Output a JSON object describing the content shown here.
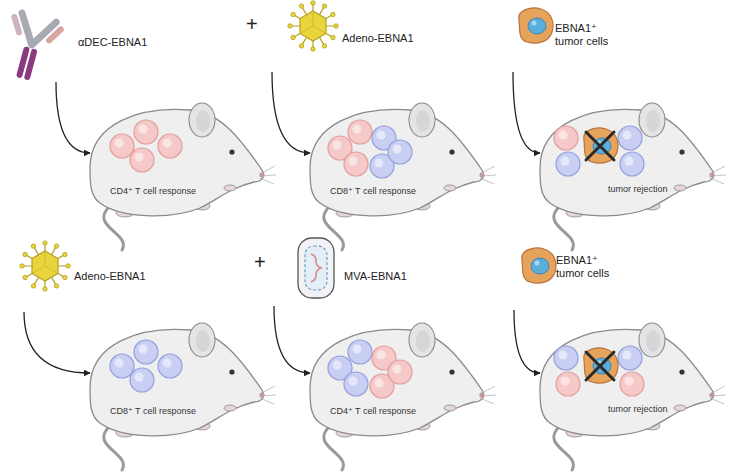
{
  "diagram": {
    "nodes": [
      {
        "text": [
          "αDEC-EBNA1"
        ]
      },
      {
        "text": [
          "Adeno-EBNA1"
        ]
      },
      {
        "text": [
          "EBNA1⁺ tumor cells"
        ]
      },
      {
        "text": [
          "CD4⁺ T cell response"
        ]
      },
      {
        "text": [
          "CD8⁺ T cell response"
        ]
      },
      {
        "text": [
          "tumor rejection"
        ]
      },
      {
        "text": [
          "Adeno-EBNA1"
        ]
      },
      {
        "text": [
          "MVA-EBNA1"
        ]
      },
      {
        "text": [
          "EBNA1⁺ tumor cells"
        ]
      },
      {
        "text": [
          "CD8⁺ T cell response"
        ]
      },
      {
        "text": [
          "CD4⁺ T cell response"
        ]
      },
      {
        "text": [
          "tumor rejection"
        ]
      }
    ],
    "edges": [
      {
        "from": 0,
        "to": 3,
        "arrow": "to"
      },
      {
        "from": 1,
        "to": 4,
        "arrow": "to"
      },
      {
        "from": 2,
        "to": 5,
        "arrow": "to"
      },
      {
        "from": 6,
        "to": 9,
        "arrow": "to"
      },
      {
        "from": 7,
        "to": 10,
        "arrow": "to"
      },
      {
        "from": 8,
        "to": 11,
        "arrow": "to"
      }
    ],
    "labels": [
      "+",
      "+"
    ]
  }
}
